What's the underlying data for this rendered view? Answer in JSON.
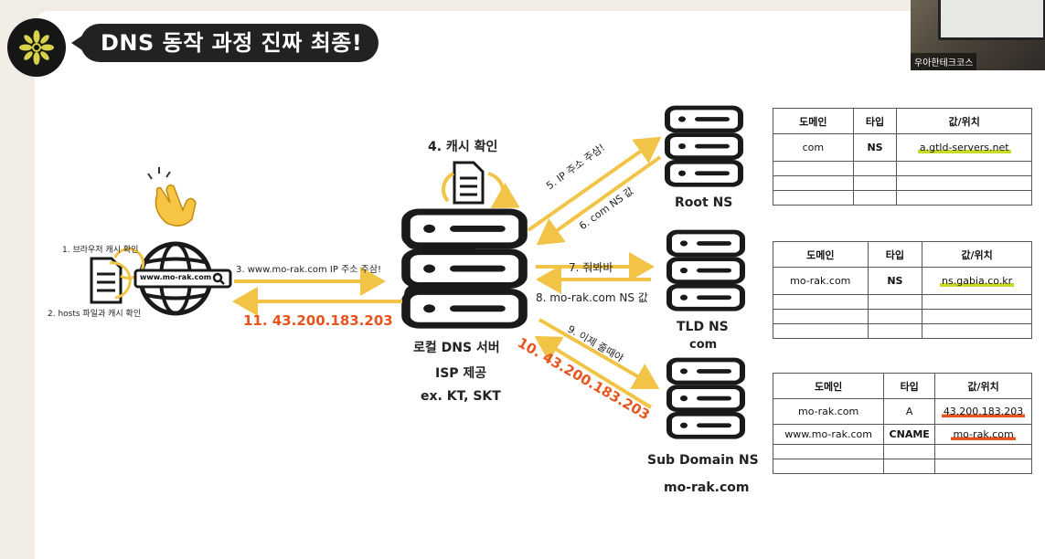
{
  "title": "DNS 동작 과정 진짜 최종!",
  "webcam_label": "우아한테크코스",
  "client": {
    "url": "www.mo-rak.com",
    "step1": "1. 브라우저 캐시 확인",
    "step2": "2. hosts 파일과 캐시 확인"
  },
  "steps": {
    "s3": "3. www.mo-rak.com IP 주소 주삼!",
    "s4": "4. 캐시 확인",
    "s5": "5. IP 주소 주삼!",
    "s6": "6. com NS 값",
    "s7": "7. 줘봐바",
    "s8": "8. mo-rak.com NS 값",
    "s9": "9. 이제 줄때야",
    "s10": "10. 43.200.183.203",
    "s11": "11. 43.200.183.203"
  },
  "local_dns": {
    "line1": "로컬 DNS 서버",
    "line2": "ISP 제공",
    "line3": "ex. KT, SKT"
  },
  "root_ns": {
    "label": "Root NS"
  },
  "tld_ns": {
    "label": "TLD NS",
    "sub": "com"
  },
  "sub_ns": {
    "label": "Sub Domain NS",
    "sub": "mo-rak.com"
  },
  "tables": {
    "root": {
      "headers": [
        "도메인",
        "타입",
        "값/위치"
      ],
      "rows": [
        [
          "com",
          "NS",
          "a.gtld-servers.net"
        ]
      ]
    },
    "tld": {
      "headers": [
        "도메인",
        "타입",
        "값/위치"
      ],
      "rows": [
        [
          "mo-rak.com",
          "NS",
          "ns.gabia.co.kr"
        ]
      ]
    },
    "sub": {
      "headers": [
        "도메인",
        "타입",
        "값/위치"
      ],
      "rows": [
        [
          "mo-rak.com",
          "A",
          "43.200.183.203"
        ],
        [
          "www.mo-rak.com",
          "CNAME",
          "mo-rak.com"
        ]
      ]
    }
  },
  "colors": {
    "arrow": "#f1c447",
    "highlight_red": "#e8541e",
    "highlight_green": "#c9d928"
  }
}
